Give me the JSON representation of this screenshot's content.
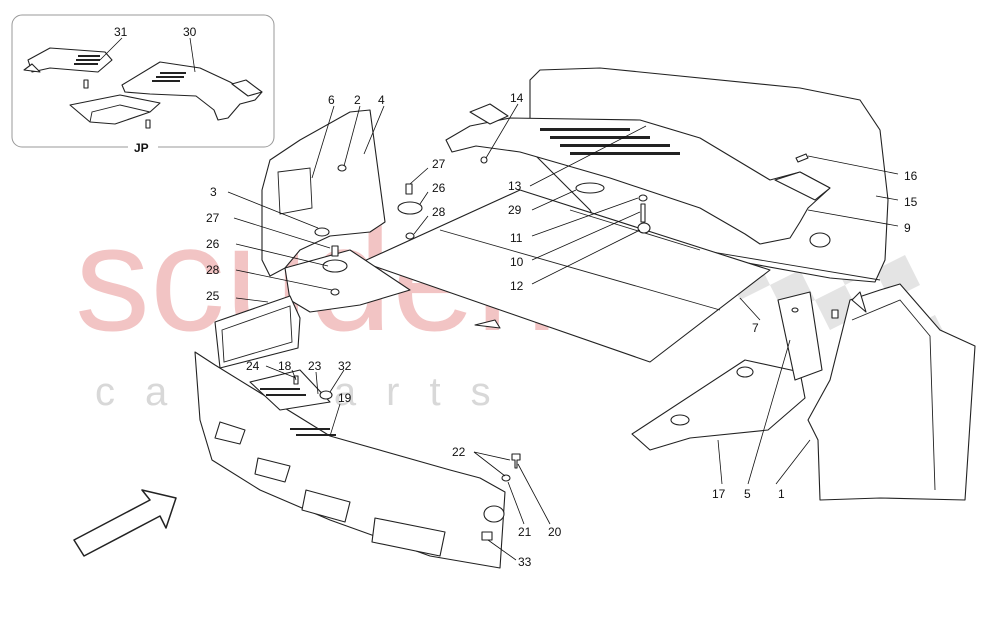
{
  "watermark": {
    "brand": "scuderia",
    "tagline": "car parts"
  },
  "inset": {
    "label": "JP",
    "callouts": [
      "31",
      "30"
    ]
  },
  "callouts": [
    "1",
    "2",
    "3",
    "4",
    "5",
    "6",
    "7",
    "9",
    "10",
    "11",
    "12",
    "13",
    "14",
    "15",
    "16",
    "17",
    "18",
    "19",
    "20",
    "21",
    "22",
    "23",
    "24",
    "25",
    "26",
    "27",
    "28",
    "29",
    "32",
    "33"
  ],
  "colors": {
    "watermark_red": "#f2c4c4",
    "watermark_gray": "#d8d8d8",
    "line": "#222222"
  }
}
